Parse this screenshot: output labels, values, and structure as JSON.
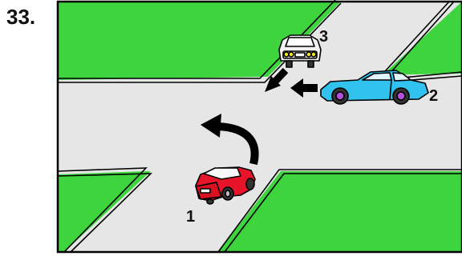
{
  "question": {
    "number": "33."
  },
  "cars": [
    {
      "label": "1",
      "color": "#e8152a"
    },
    {
      "label": "2",
      "color": "#31c2ee"
    },
    {
      "label": "3",
      "color": "#f2f2f2"
    }
  ],
  "colors": {
    "grass": "#3ed43e",
    "road": "#e6e6e6",
    "outline": "#000000",
    "arrow": "#000000"
  }
}
